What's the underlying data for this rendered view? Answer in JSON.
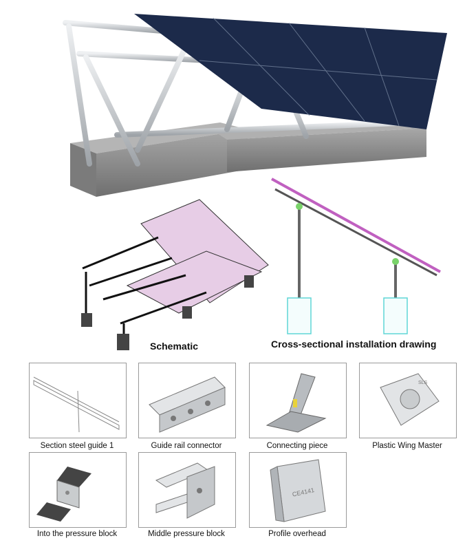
{
  "diagrams": {
    "schematic_caption": "Schematic",
    "cross_section_caption": "Cross-sectional installation drawing"
  },
  "parts": [
    {
      "label": "Section steel guide 1"
    },
    {
      "label": "Guide rail connector"
    },
    {
      "label": "Connecting piece"
    },
    {
      "label": "Plastic Wing Master",
      "marking": "SLS"
    },
    {
      "label": "Into the pressure block"
    },
    {
      "label": "Middle pressure block"
    },
    {
      "label": "Profile overhead",
      "marking": "CE4141"
    }
  ],
  "colors": {
    "panel": "#1c2a4a",
    "steel": "#c8ccd0",
    "concrete": "#8a8a8a",
    "schematic_glass": "#e7cde6",
    "cross_section_rail": "#c060c0",
    "cross_section_foundation": "#5fd6d6",
    "connector_accent": "#e8d23a"
  }
}
